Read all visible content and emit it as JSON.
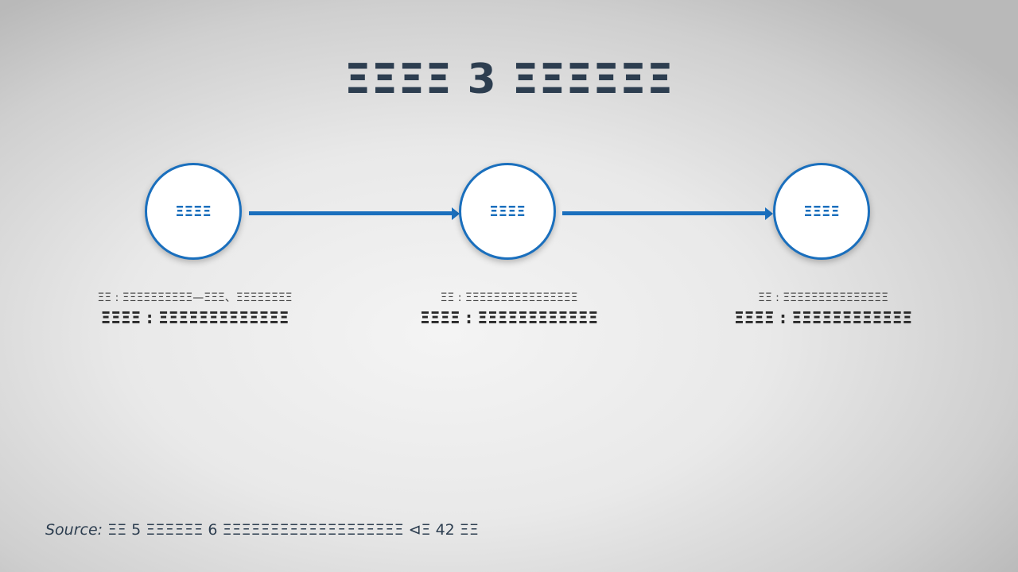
{
  "title": "ΞΞΞΞ 3 ΞΞΞΞΞΞ",
  "steps": [
    {
      "label": "ΞΞΞΞ",
      "date": "ΞΞ : ΞΞΞΞΞΞΞΞΞΞ—ΞΞΞ、ΞΞΞΞΞΞΞΞ",
      "description": "ΞΞΞΞ : ΞΞΞΞΞΞΞΞΞΞΞΞΞ"
    },
    {
      "label": "ΞΞΞΞ",
      "date": "ΞΞ : ΞΞΞΞΞΞΞΞΞΞΞΞΞΞΞΞ",
      "description": "ΞΞΞΞ : ΞΞΞΞΞΞΞΞΞΞΞΞ"
    },
    {
      "label": "ΞΞΞΞ",
      "date": "ΞΞ : ΞΞΞΞΞΞΞΞΞΞΞΞΞΞΞ",
      "description": "ΞΞΞΞ : ΞΞΞΞΞΞΞΞΞΞΞΞ"
    }
  ],
  "source": {
    "prefix": "Source:",
    "text": "ΞΞ 5 ΞΞΞΞΞΞ 6 ΞΞΞΞΞΞΞΞΞΞΞΞΞΞΞΞΞΞΞ ⊲Ξ 42 ΞΞ"
  },
  "colors": {
    "accent": "#1a6fbd",
    "title": "#2d3e50"
  }
}
